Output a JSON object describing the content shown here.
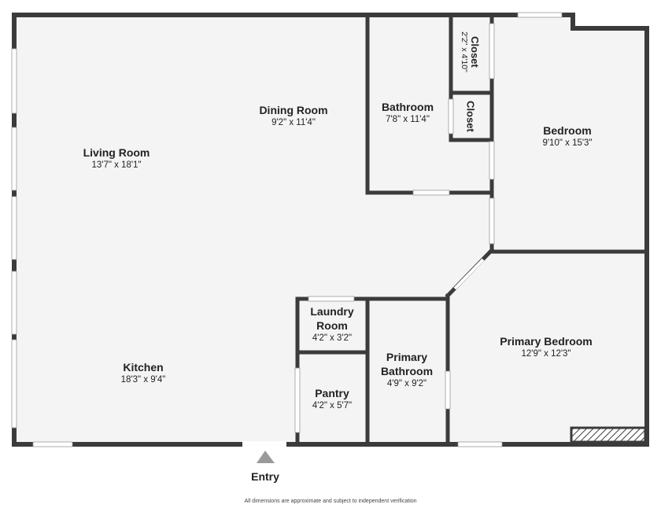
{
  "rooms": {
    "living_room": {
      "name": "Living Room",
      "dims": "13'7\" x 18'1\""
    },
    "dining_room": {
      "name": "Dining Room",
      "dims": "9'2\" x 11'4\""
    },
    "bathroom": {
      "name": "Bathroom",
      "dims": "7'8\" x 11'4\""
    },
    "closet_1": {
      "name": "Closet",
      "dims": "2'2\" x 4'10\""
    },
    "closet_2": {
      "name": "Closet"
    },
    "bedroom": {
      "name": "Bedroom",
      "dims": "9'10\" x 15'3\""
    },
    "laundry_room": {
      "name": "Laundry Room",
      "name_line1": "Laundry",
      "name_line2": "Room",
      "dims": "4'2\" x 3'2\""
    },
    "pantry": {
      "name": "Pantry",
      "dims": "4'2\" x 5'7\""
    },
    "primary_bathroom": {
      "name": "Primary Bathroom",
      "name_line1": "Primary",
      "name_line2": "Bathroom",
      "dims": "4'9\" x 9'2\""
    },
    "primary_bedroom": {
      "name": "Primary Bedroom",
      "dims": "12'9\" x 12'3\""
    },
    "kitchen": {
      "name": "Kitchen",
      "dims": "18'3\" x 9'4\""
    }
  },
  "entry_label": "Entry",
  "disclaimer": "All dimensions are approximate and subject to independent verification",
  "colors": {
    "wall": "#3b3b3b",
    "floor": "#f4f4f4",
    "window": "#ffffff"
  }
}
